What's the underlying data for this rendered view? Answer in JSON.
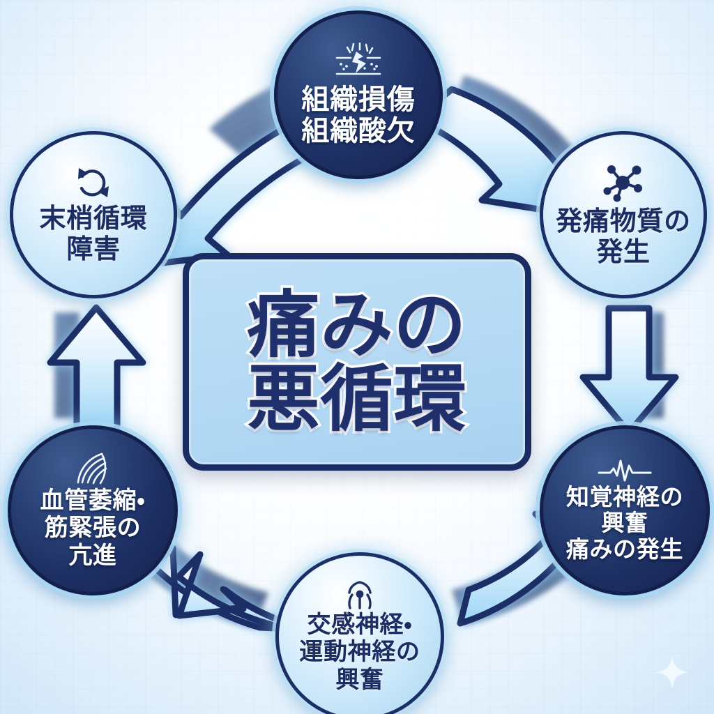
{
  "diagram": {
    "title": "痛みの悪循環",
    "center_card": {
      "text": "痛みの\n悪循環",
      "background_color": "#b6daf4",
      "border_color": "#1b2c63",
      "text_color": "#20306c"
    },
    "colors": {
      "dark_node_fill": "#1d2f63",
      "light_node_fill": "#cbe8fa",
      "node_border": "#1b2f66",
      "arrow_fill": "#a9dcf7",
      "arrow_outline": "#1c2f66",
      "background": "#eef6fd",
      "glow": "#96cdf0"
    },
    "nodes": [
      {
        "id": "tissue-damage",
        "label": "組織損傷\n組織酸欠",
        "icon": "tissue-damage-icon",
        "style": "dark",
        "position": "top",
        "order": 1
      },
      {
        "id": "pain-substance",
        "label": "発痛物質の\n発生",
        "icon": "molecule-icon",
        "style": "light",
        "position": "upper-right",
        "order": 2
      },
      {
        "id": "sensory-nerve",
        "label": "知覚神経の\n興奮\n痛みの発生",
        "icon": "pulse-wave-icon",
        "style": "dark",
        "position": "lower-right",
        "order": 3
      },
      {
        "id": "sympathetic-motor-nerve",
        "label": "交感神経・\n運動神経の\n興奮",
        "icon": "neuron-icon",
        "style": "light",
        "position": "bottom",
        "order": 4
      },
      {
        "id": "vascular-muscle-tension",
        "label": "血管萎縮・\n筋緊張の\n亢進",
        "icon": "muscle-fiber-icon",
        "style": "dark",
        "position": "lower-left",
        "order": 5
      },
      {
        "id": "peripheral-circulation",
        "label": "末梢循環\n障害",
        "icon": "cycle-arrows-icon",
        "style": "light",
        "position": "upper-left",
        "order": 6
      }
    ],
    "arrows": [
      {
        "id": "arrow-top-to-upper-right",
        "from": "tissue-damage",
        "to": "pain-substance",
        "direction": "down-right"
      },
      {
        "id": "arrow-upper-right-to-lower-right",
        "from": "pain-substance",
        "to": "sensory-nerve",
        "direction": "down"
      },
      {
        "id": "arrow-lower-right-to-bottom",
        "from": "sensory-nerve",
        "to": "sympathetic-motor-nerve",
        "direction": "down-left"
      },
      {
        "id": "arrow-bottom-to-lower-left",
        "from": "sympathetic-motor-nerve",
        "to": "vascular-muscle-tension",
        "direction": "up-left"
      },
      {
        "id": "arrow-lower-left-to-upper-left",
        "from": "vascular-muscle-tension",
        "to": "peripheral-circulation",
        "direction": "up"
      },
      {
        "id": "arrow-upper-left-to-top",
        "from": "peripheral-circulation",
        "to": "tissue-damage",
        "direction": "up-right"
      }
    ],
    "decorations": [
      {
        "id": "sparkle",
        "type": "four-point-star",
        "position": "bottom-right"
      }
    ]
  }
}
